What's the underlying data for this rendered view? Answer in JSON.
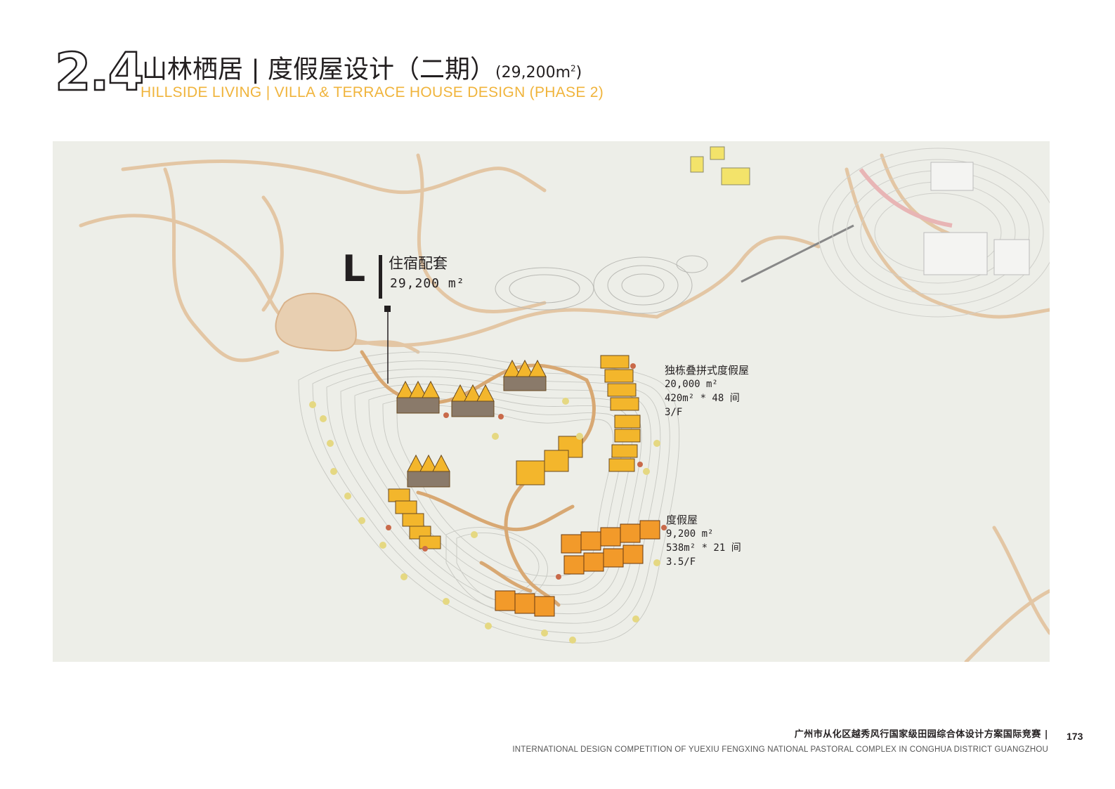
{
  "header": {
    "section_number": "2.4",
    "title_cn": "山林栖居 | 度假屋设计（二期）",
    "title_area": "(29,200m",
    "title_area_sup": "2",
    "title_area_close": ")",
    "title_en": "HILLSIDE LIVING  | VILLA & TERRACE HOUSE DESIGN (PHASE 2)"
  },
  "plan": {
    "main_label": {
      "glyph": "L",
      "name": "住宿配套",
      "area": "29,200  m²"
    },
    "villa_label": {
      "name": "独栋叠拼式度假屋",
      "area": "20,000  m²",
      "units": "420m² * 48 间",
      "floors": "3/F"
    },
    "house_label": {
      "name": "度假屋",
      "area": "9,200  m²",
      "units": "538m² * 21 间",
      "floors": "3.5/F"
    },
    "colors": {
      "background": "#edeee8",
      "path": "#e3b98c",
      "villa_roof": "#f3b62c",
      "terrace_roof": "#f29a2a",
      "contour": "#c7c8c2",
      "tree_yellow": "#e5d882",
      "tree_red": "#c96a4a"
    }
  },
  "footer": {
    "title_cn": "广州市从化区越秀风行国家级田园综合体设计方案国际竞赛  |",
    "title_en": "INTERNATIONAL DESIGN COMPETITION OF YUEXIU FENGXING NATIONAL PASTORAL COMPLEX IN CONGHUA DISTRICT GUANGZHOU",
    "page_number": "173"
  }
}
